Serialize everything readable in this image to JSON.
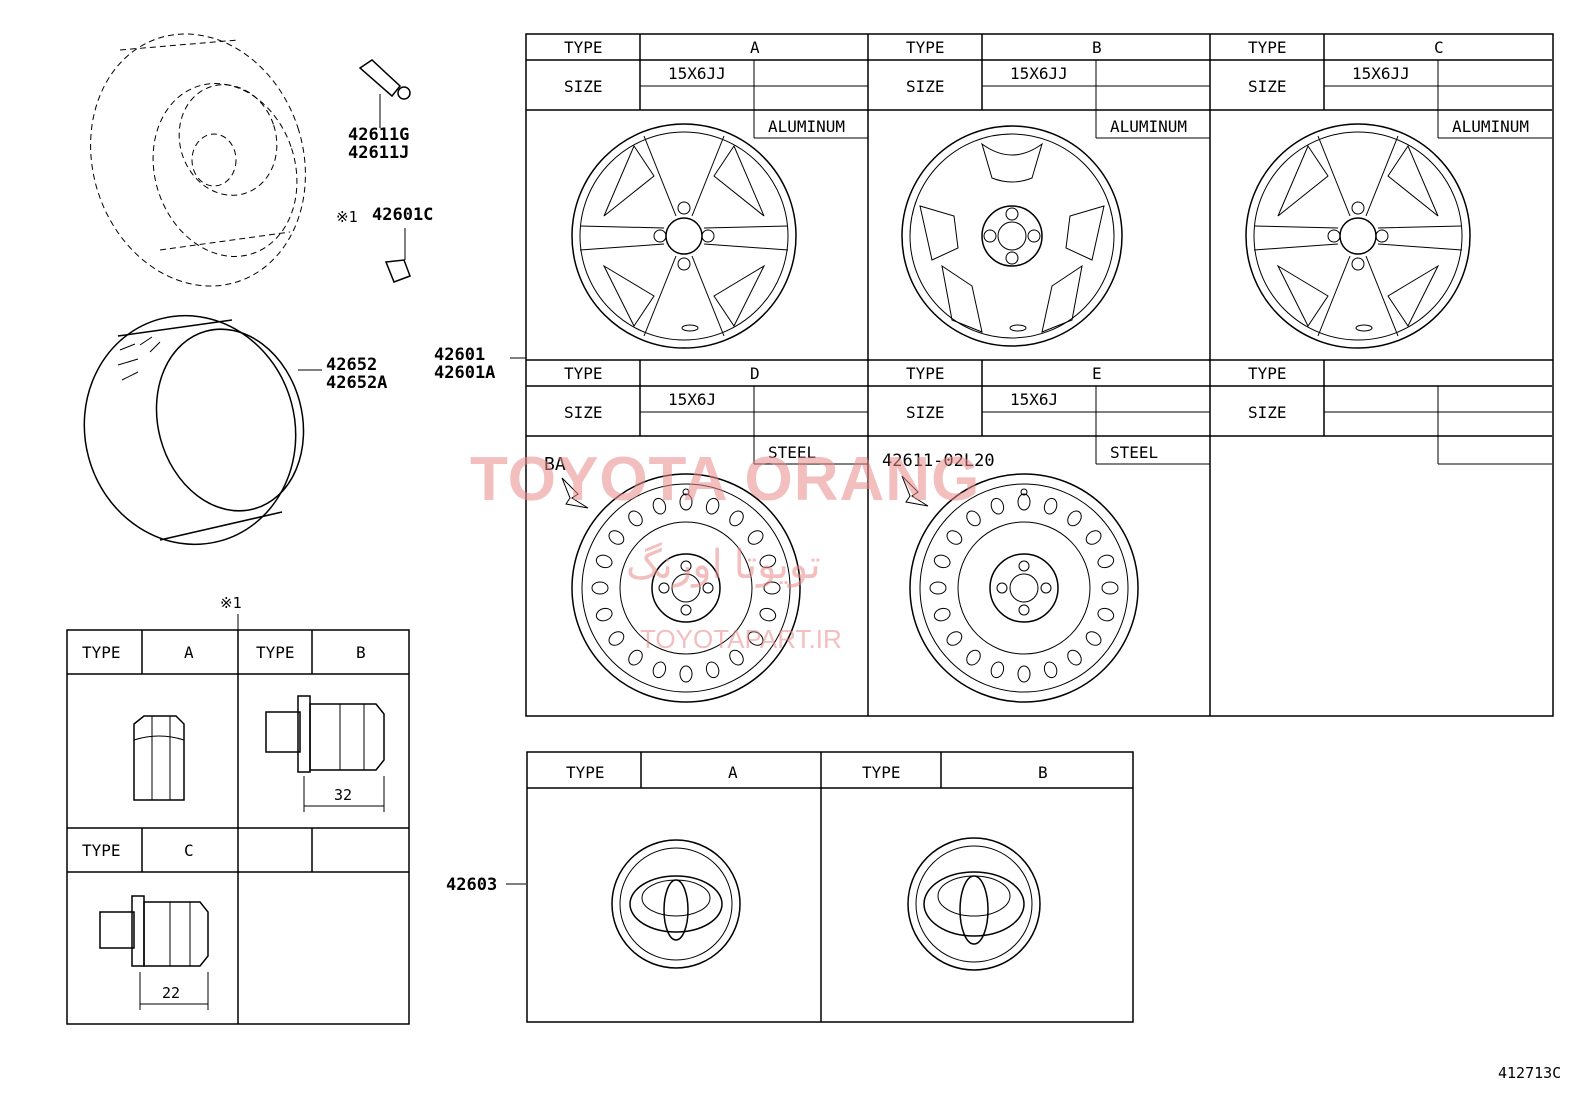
{
  "part_labels": {
    "valve_a": "42611G",
    "valve_b": "42611J",
    "note_mark": "※1",
    "balance_weight": "42601C",
    "tire_a": "42652",
    "tire_b": "42652A",
    "wheel_a": "42601",
    "wheel_b": "42601A",
    "ornament": "42603",
    "steel_e_part": "42611-02L20",
    "steel_d_mark": "BA",
    "footer_code": "412713C"
  },
  "wheel_table": {
    "type_label": "TYPE",
    "size_label": "SIZE",
    "cells": [
      {
        "type": "A",
        "size": "15X6JJ",
        "material": "ALUMINUM"
      },
      {
        "type": "B",
        "size": "15X6JJ",
        "material": "ALUMINUM"
      },
      {
        "type": "C",
        "size": "15X6JJ",
        "material": "ALUMINUM"
      },
      {
        "type": "D",
        "size": "15X6J",
        "material": "STEEL"
      },
      {
        "type": "E",
        "size": "15X6J",
        "material": "STEEL"
      },
      {
        "type": "",
        "size": "",
        "material": ""
      }
    ]
  },
  "nut_table": {
    "note_mark": "※1",
    "type_label": "TYPE",
    "types": [
      "A",
      "B",
      "C"
    ],
    "dim_b": "32",
    "dim_c": "22"
  },
  "ornament_table": {
    "type_label": "TYPE",
    "types": [
      "A",
      "B"
    ]
  },
  "watermark": {
    "main": "TOYOTA ORANG",
    "arabic": "تویوتا اورنگ",
    "url": "TOYOTAPART.IR"
  }
}
